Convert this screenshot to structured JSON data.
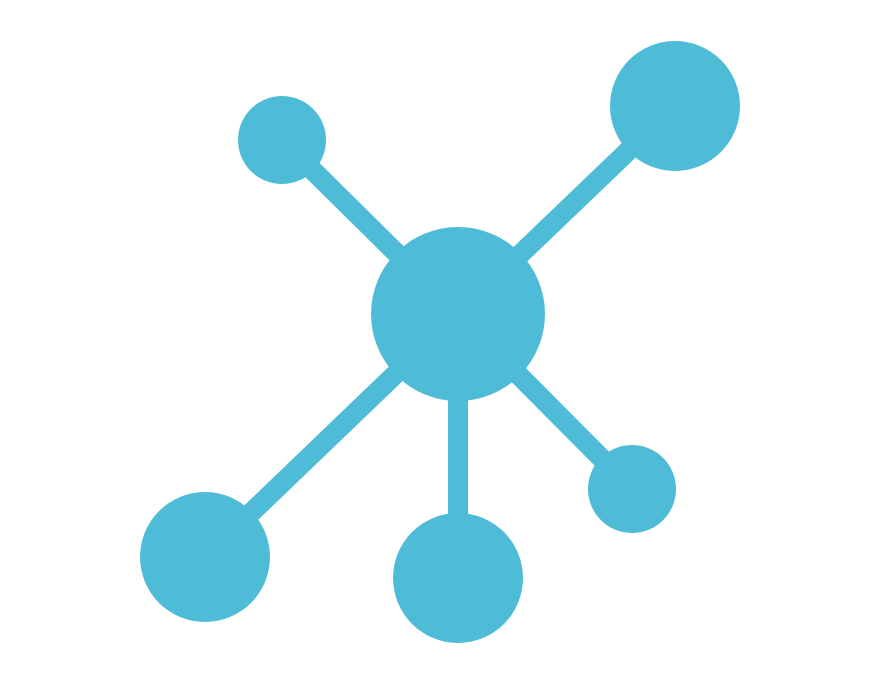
{
  "icon": {
    "name": "network-hub-icon",
    "color": "#4fbcd7",
    "background": "#ffffff",
    "nodes": [
      {
        "name": "hub-node",
        "role": "center"
      },
      {
        "name": "node-top-left",
        "role": "satellite"
      },
      {
        "name": "node-top-right",
        "role": "satellite"
      },
      {
        "name": "node-bottom-left",
        "role": "satellite"
      },
      {
        "name": "node-bottom-center",
        "role": "satellite"
      },
      {
        "name": "node-bottom-right",
        "role": "satellite"
      }
    ]
  }
}
